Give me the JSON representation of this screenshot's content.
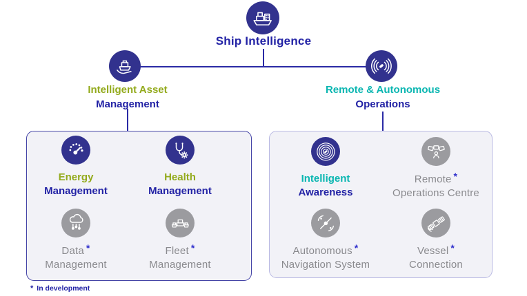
{
  "palette": {
    "navy": "#2222a5",
    "icon_navy": "#32328e",
    "green": "#93aa1c",
    "teal": "#0ab6b1",
    "gray_icon": "#9b9b9f",
    "gray_text": "#8a8a8e",
    "gray_icon_light": "#a6a6aa",
    "box_bg": "#f2f2f7",
    "left_box_border": "#4444a6",
    "right_box_border": "#b9b9e3",
    "line": "#2a2aa5",
    "asterisk": "#3030cc",
    "background": "#ffffff"
  },
  "root": {
    "label": "Ship Intelligence",
    "icon": "container-ship-icon"
  },
  "branches": [
    {
      "line1": "Intelligent Asset",
      "line2": "Management",
      "icon": "ship-on-hand-icon"
    },
    {
      "line1": "Remote & Autonomous",
      "line2": "Operations",
      "icon": "radar-waves-icon"
    }
  ],
  "left_box": {
    "items": [
      {
        "line1": "Energy",
        "line2": "Management",
        "icon": "gauge-icon",
        "in_development": false
      },
      {
        "line1": "Health",
        "line2": "Management",
        "icon": "stethoscope-gear-icon",
        "in_development": false
      },
      {
        "line1": "Data",
        "line2": "Management",
        "asterisk": "*",
        "icon": "data-cloud-icon",
        "in_development": true
      },
      {
        "line1": "Fleet",
        "line2": "Management",
        "asterisk": "*",
        "icon": "fleet-ships-icon",
        "in_development": true
      }
    ]
  },
  "right_box": {
    "items": [
      {
        "line1": "Intelligent",
        "line2": "Awareness",
        "icon": "awareness-rings-icon",
        "in_development": false
      },
      {
        "line1": "Remote",
        "line2": "Operations Centre",
        "asterisk": "*",
        "icon": "operations-centre-icon",
        "in_development": true
      },
      {
        "line1": "Autonomous",
        "line2": "Navigation System",
        "asterisk": "*",
        "icon": "satellite-signal-icon",
        "in_development": true
      },
      {
        "line1": "Vessel",
        "line2": "Connection",
        "asterisk": "*",
        "icon": "satellite-icon",
        "in_development": true
      }
    ]
  },
  "footnote": {
    "symbol": "*",
    "text": "In development"
  }
}
